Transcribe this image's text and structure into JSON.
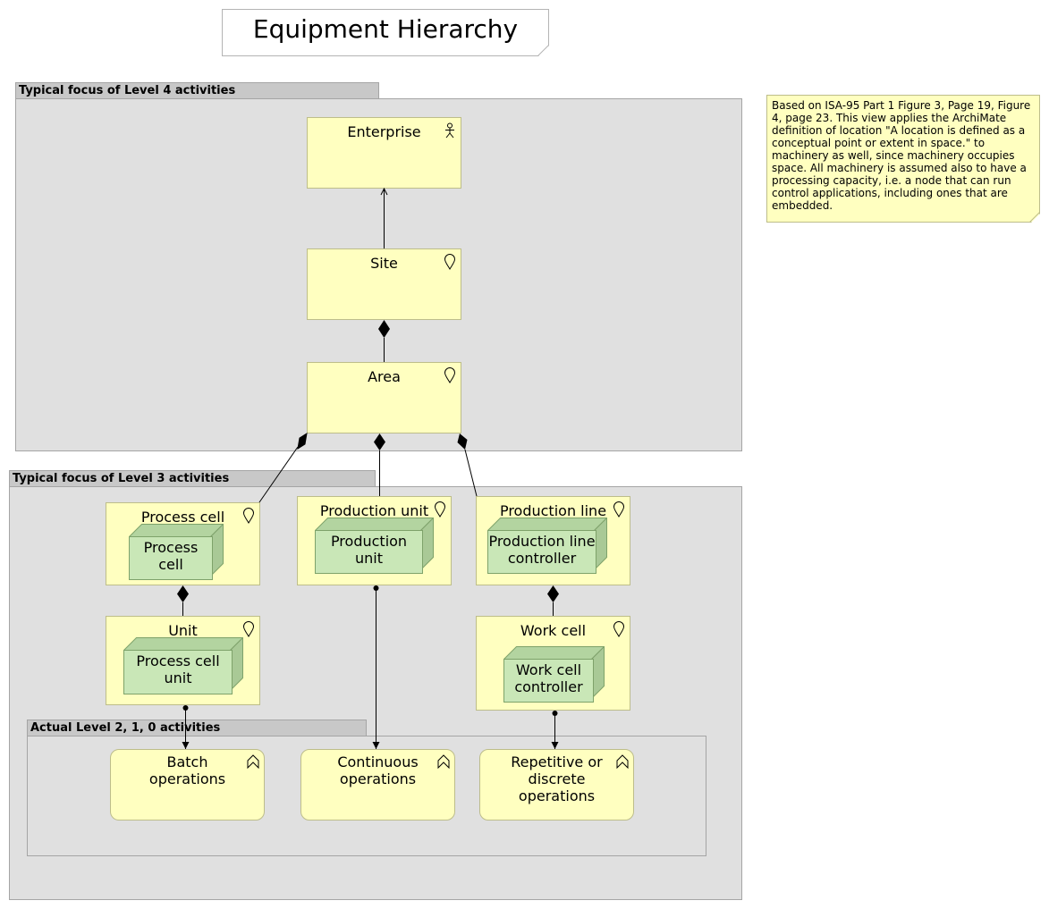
{
  "title": "Equipment Hierarchy",
  "groups": {
    "level4": "Typical focus of Level 4 activities",
    "level3": "Typical focus of Level 3 activities",
    "level210": "Actual Level 2, 1, 0 activities"
  },
  "elements": {
    "enterprise": "Enterprise",
    "site": "Site",
    "area": "Area",
    "process_cell": "Process cell",
    "production_unit": "Production unit",
    "production_line": "Production line",
    "unit": "Unit",
    "work_cell": "Work cell"
  },
  "nodes": {
    "process_cell": "Process cell",
    "production_unit": "Production unit",
    "production_line_controller": "Production line controller",
    "process_cell_unit": "Process cell unit",
    "work_cell_controller": "Work cell controller"
  },
  "events": {
    "batch": "Batch operations",
    "continuous": "Continuous operations",
    "repetitive": "Repetitive or discrete operations"
  },
  "note": "Based on ISA-95 Part 1 Figure 3, Page 19, Figure 4, page 23. This view applies the ArchiMate definition of location \"A location is defined as a conceptual point or extent in space.\" to machinery as well, since machinery occupies space. All machinery is assumed also to have a processing capacity, i.e. a node that can run control applications, including ones that are embedded.",
  "colors": {
    "location_fill": "#ffffc0",
    "node_fill": "#c9e7b7",
    "group_fill": "#e0e0e0",
    "group_tab": "#c8c8c8"
  },
  "icons": {
    "actor": "actor-icon",
    "location": "location-pin-icon",
    "event": "business-event-icon"
  }
}
